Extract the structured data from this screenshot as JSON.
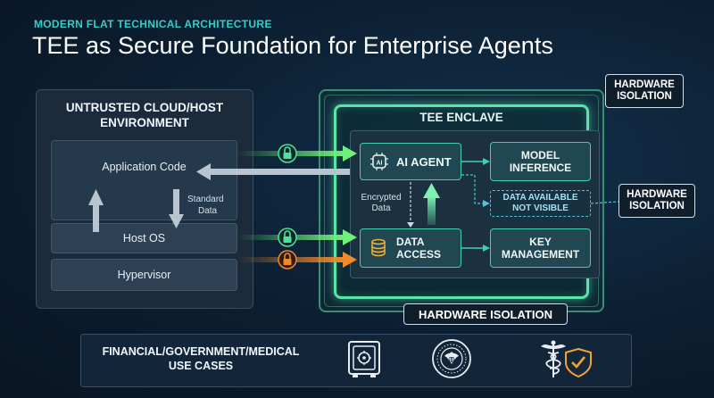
{
  "header": {
    "subtitle": "MODERN FLAT TECHNICAL ARCHITECTURE",
    "title": "TEE as Secure Foundation for Enterprise Agents"
  },
  "untrusted": {
    "title_line1": "UNTRUSTED CLOUD/HOST",
    "title_line2": "ENVIRONMENT",
    "application_code": "Application Code",
    "standard_data_line1": "Standard",
    "standard_data_line2": "Data",
    "host_os": "Host OS",
    "hypervisor": "Hypervisor"
  },
  "enclave": {
    "title": "TEE ENCLAVE",
    "ai_agent": "AI AGENT",
    "model_inference_line1": "MODEL",
    "model_inference_line2": "INFERENCE",
    "data_available_line1": "DATA AVAILABLE",
    "data_available_line2": "NOT VISIBLE",
    "encrypted_data_line1": "Encrypted",
    "encrypted_data_line2": "Data",
    "data_access_line1": "DATA",
    "data_access_line2": "ACCESS",
    "key_management_line1": "KEY",
    "key_management_line2": "MANAGEMENT"
  },
  "badges": {
    "hardware_isolation_line1": "HARDWARE",
    "hardware_isolation_line2": "ISOLATION",
    "hardware_isolation_full": "HARDWARE ISOLATION"
  },
  "use_cases": {
    "label_line1": "FINANCIAL/GOVERNMENT/MEDICAL",
    "label_line2": "USE CASES",
    "icons": [
      "safe-icon",
      "government-seal-icon",
      "medical-shield-icon"
    ]
  },
  "colors": {
    "accent_teal": "#2fd0c8",
    "enclave_green": "#58e6a6",
    "secure_arrow": "#6ef07a",
    "untrusted_arrow": "#b8c4cf",
    "risk_arrow": "#f08a2a",
    "lock_icon": "#4fe09a"
  }
}
